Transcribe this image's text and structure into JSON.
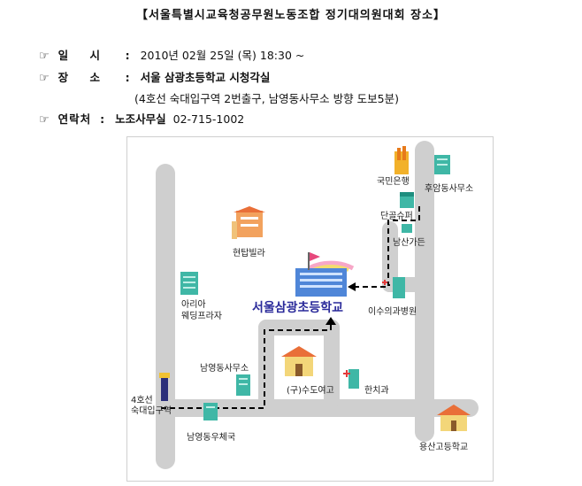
{
  "title": "【서울특별시교육청공무원노동조합 정기대의원대회 장소】",
  "info": {
    "bullet_icon": "pointing-hand-icon",
    "date_label": "일 시",
    "date_value": "2010년 02월 25일 (목) 18:30 ~",
    "place_label": "장 소",
    "place_value": "서울 삼광초등학교 시청각실",
    "directions": "(4호선 숙대입구역 2번출구, 남영동사무소 방향 도보5분)",
    "contact_label": "연락처",
    "contact_place": "노조사무실",
    "contact_phone": "02-715-1002",
    "colon": ":"
  },
  "map": {
    "school": "서울삼광초등학교",
    "labels": {
      "kookmin_bank": "국민은행",
      "huam_office": "후암동사무소",
      "dangol_super": "단골슈퍼",
      "namsan_gabin": "남산가든",
      "hyeontap_villa": "현탑빌라",
      "aria_wedding": "아리아\n웨딩프라자",
      "leesu_clinic": "이수의과병원",
      "namyeong_office": "남영동사무소",
      "sudo_girls_school": "(구)수도여고",
      "dental": "한치과",
      "station": "4호선\n숙대입구역",
      "namyeong_post": "남영동우체국",
      "yongsan_high": "용산고등학교"
    },
    "colors": {
      "road": "#cfcfcf",
      "route": "#000000",
      "building_teal": "#3fb7a6",
      "school_blue": "#4f86d8",
      "school_name": "#2a2a9a"
    }
  }
}
